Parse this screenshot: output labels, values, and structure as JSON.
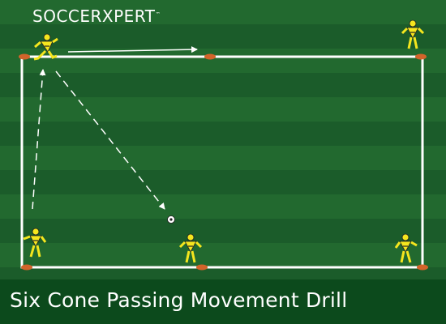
{
  "branding": {
    "logo_text": "SOCCERXPERT",
    "trademark": "™"
  },
  "title": "Six Cone Passing Movement Drill",
  "colors": {
    "field_dark": "#1b5c2a",
    "field_light": "#22692f",
    "lines": "#ffffff",
    "cone": "#d2642a",
    "player": "#f5e61e",
    "caption_band": "#0c4a1c"
  },
  "elements": {
    "cones": 6,
    "players": 5,
    "balls": 1,
    "arrows": [
      {
        "style": "solid",
        "from": "top-left player",
        "to": "top-middle cone"
      },
      {
        "style": "dashed",
        "from": "bottom-left player",
        "to": "top-left player"
      },
      {
        "style": "dashed",
        "from": "top-left player",
        "to": "ball"
      }
    ]
  }
}
